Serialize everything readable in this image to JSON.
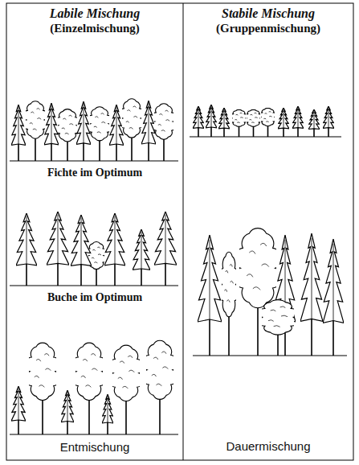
{
  "diagram": {
    "labels": [
      "Labile Mischung",
      "(Einzelmischung)",
      "Stabile Mischung",
      "(Gruppenmischung)",
      "Fichte im Optimum",
      "Buche im Optimum",
      "Entmischung",
      "Dauermischung"
    ]
  }
}
